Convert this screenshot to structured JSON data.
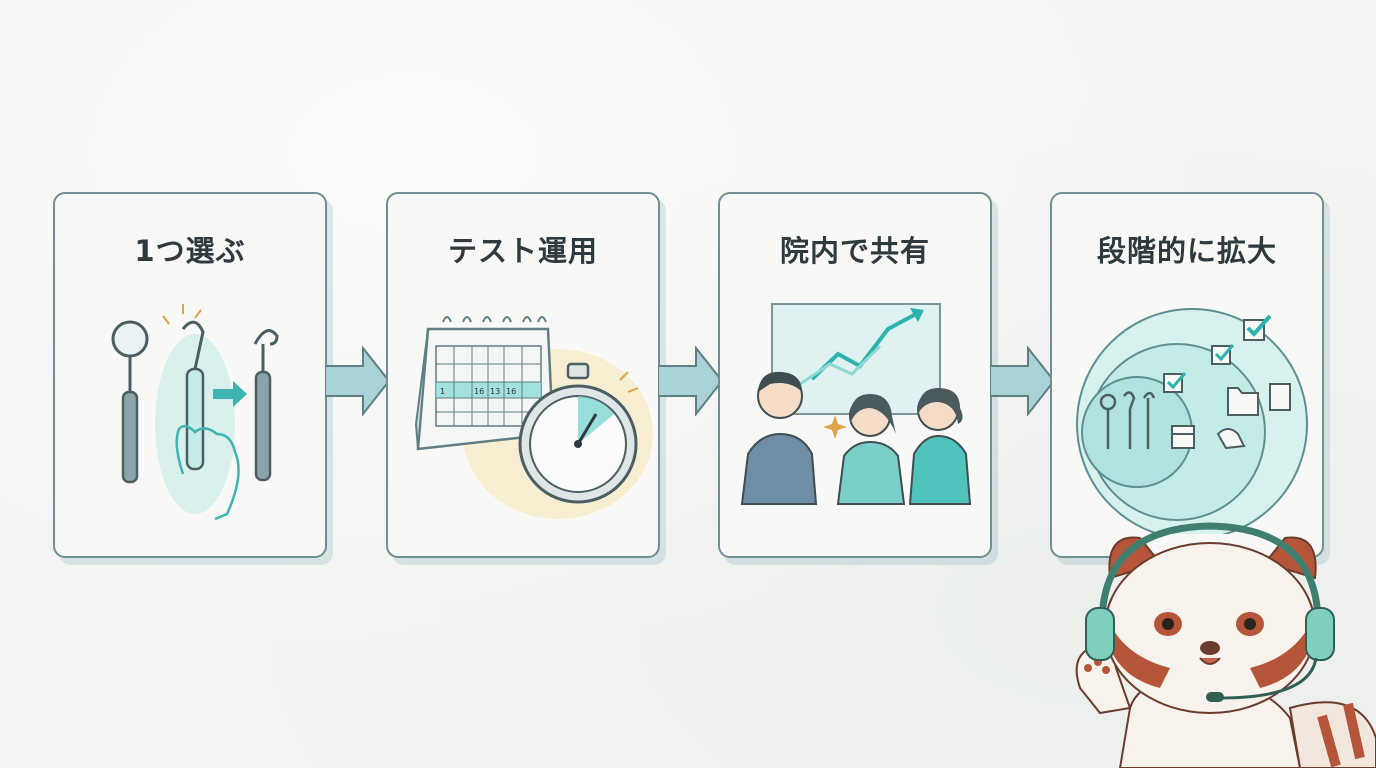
{
  "steps": [
    {
      "title": "1つ選ぶ"
    },
    {
      "title": "テスト運用",
      "calendar_numbers": [
        "1",
        "16",
        "13",
        "16"
      ]
    },
    {
      "title": "院内で共有"
    },
    {
      "title": "段階的に拡大"
    }
  ],
  "colors": {
    "accent": "#4fc9c4",
    "line": "#5f7f84",
    "card_border": "#6f8f93",
    "title_text": "#2e3a3d",
    "panda": "#b5553a"
  }
}
